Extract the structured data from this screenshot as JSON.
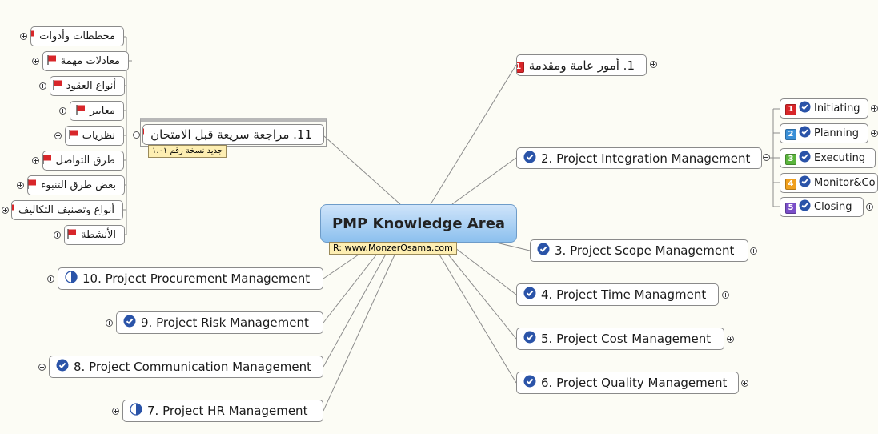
{
  "central": {
    "title": "PMP Knowledge Area",
    "note": "R: www.MonzerOsama.com"
  },
  "colors": {
    "check": "#2a53a8",
    "flag": "#d8262a",
    "badge_red": "#d8262a",
    "badge_blue": "#3a8fd8",
    "badge_green": "#5ab43c",
    "badge_orange": "#f0a01e",
    "badge_purple": "#7a4ec8"
  },
  "right_topics": [
    {
      "label": "1.  أمور عامة ومقدمة",
      "icon": "priority-1-icon"
    },
    {
      "label": "2. Project Integration Management",
      "icon": "check-icon"
    },
    {
      "label": "3. Project Scope Management",
      "icon": "check-icon"
    },
    {
      "label": "4. Project Time Managment",
      "icon": "check-icon"
    },
    {
      "label": "5. Project Cost Management",
      "icon": "check-icon"
    },
    {
      "label": "6. Project Quality Management",
      "icon": "check-icon"
    }
  ],
  "integration_subtopics": [
    {
      "label": "Initiating",
      "badge": "1"
    },
    {
      "label": "Planning",
      "badge": "2"
    },
    {
      "label": "Executing",
      "badge": "3"
    },
    {
      "label": "Monitor&Co",
      "badge": "4"
    },
    {
      "label": "Closing",
      "badge": "5"
    }
  ],
  "left_topics": [
    {
      "label": "10. Project Procurement Management",
      "icon": "half-circle-icon"
    },
    {
      "label": "9. Project Risk Management",
      "icon": "check-icon"
    },
    {
      "label": "8. Project Communication Management",
      "icon": "check-icon"
    },
    {
      "label": "7. Project HR Management",
      "icon": "half-circle-icon"
    }
  ],
  "review_topic": {
    "label": "11.  مراجعة سريعة قبل الامتحان",
    "note": "جديد نسخة رقم ١.٠١"
  },
  "review_subtopics": [
    {
      "label": "مخططات وأدوات"
    },
    {
      "label": "معادلات مهمة"
    },
    {
      "label": "أنواع العقود"
    },
    {
      "label": "معايير"
    },
    {
      "label": "نظريات"
    },
    {
      "label": "طرق التواصل"
    },
    {
      "label": "بعض طرق التنبوء"
    },
    {
      "label": "أنواع وتصنيف التكاليف"
    },
    {
      "label": "الأنشطة"
    }
  ]
}
